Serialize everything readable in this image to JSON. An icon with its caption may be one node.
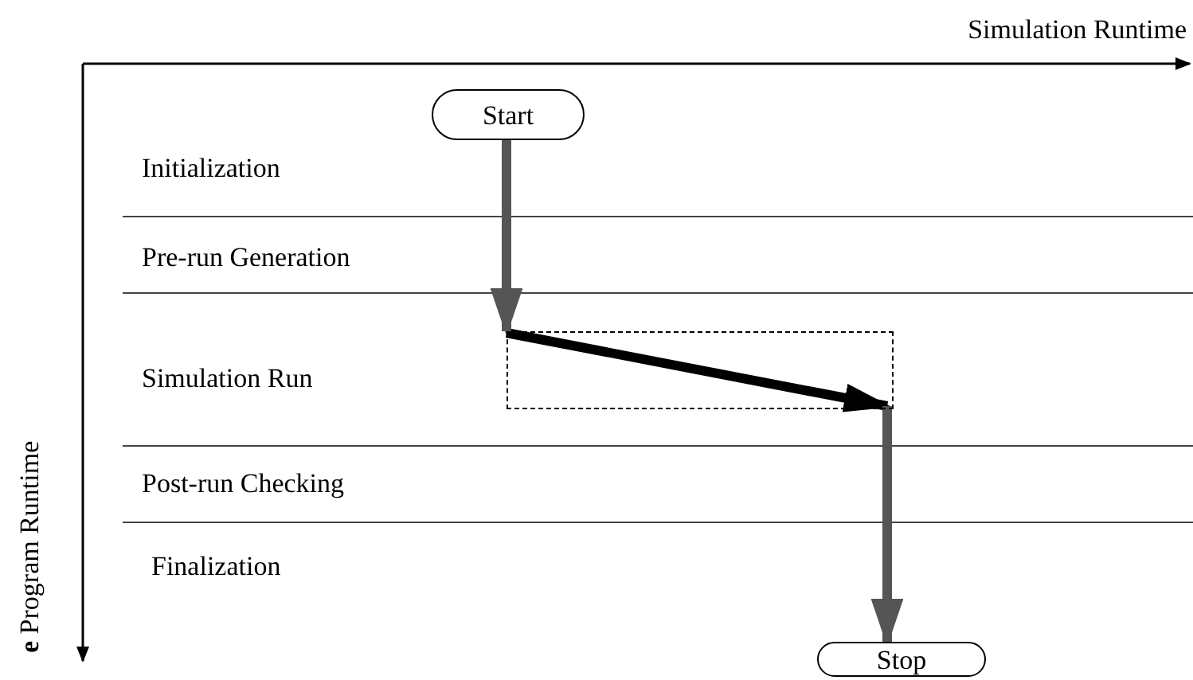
{
  "diagram": {
    "nodes": [
      {
        "text": [
          "Start"
        ]
      },
      {
        "text": [],
        "shape": "box"
      },
      {
        "text": [
          "Stop"
        ]
      }
    ],
    "edges": [
      {
        "from": 0,
        "to": 1,
        "arrow": "to"
      },
      {
        "from": 1,
        "to": 2,
        "arrow": "to"
      }
    ],
    "labels": [
      "Simulation Runtime",
      "**e** Program Runtime",
      "Initialization",
      "Pre-run Generation",
      "Simulation Run",
      "Post-run Checking",
      "Finalization"
    ]
  }
}
